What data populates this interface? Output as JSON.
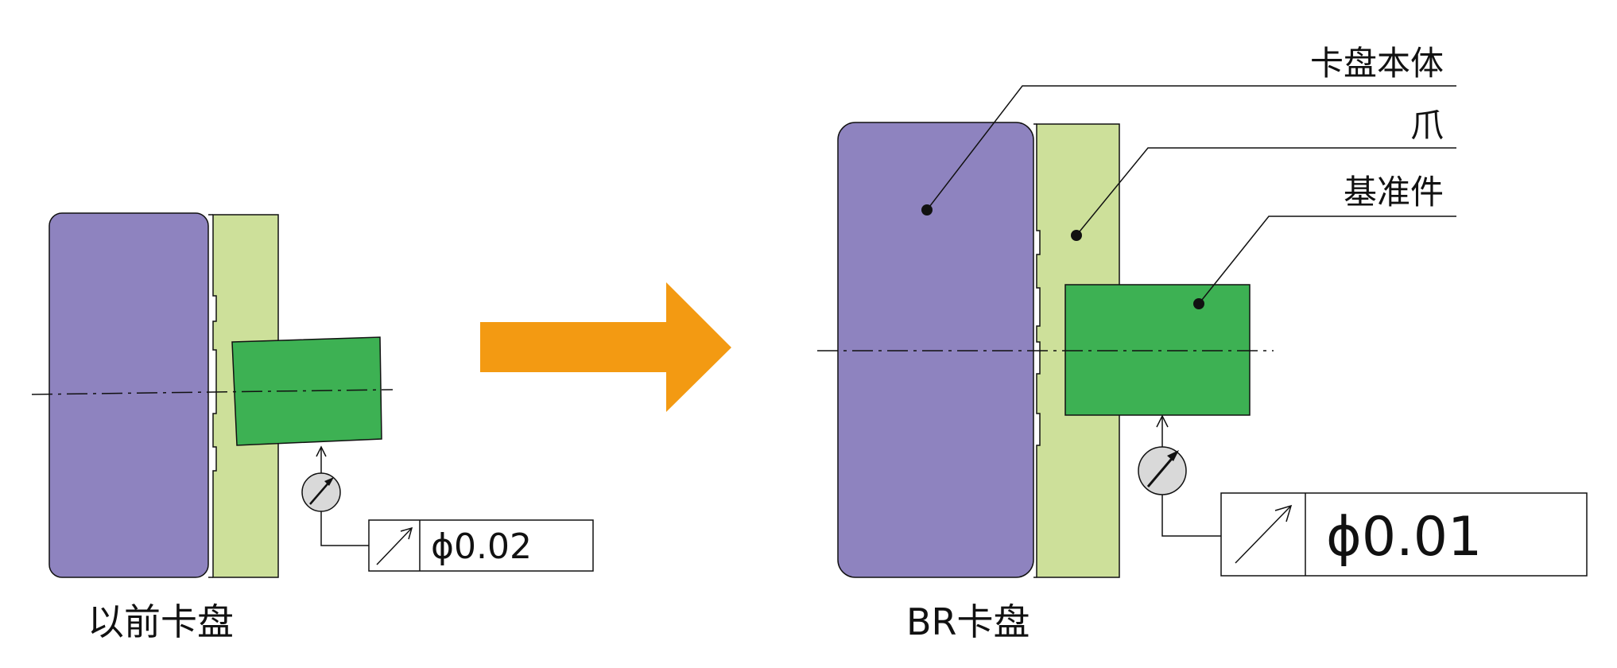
{
  "colors": {
    "chuck_body": "#8e83bf",
    "jaw": "#cde09a",
    "workpiece": "#3db153",
    "arrow": "#f39a12",
    "gauge": "#d9d9d9",
    "stroke": "#111111"
  },
  "left": {
    "caption": "以前卡盘",
    "tolerance_symbol": "↗",
    "tolerance_value": "ϕ0.02"
  },
  "right": {
    "caption": "BR卡盘",
    "tolerance_symbol": "↗",
    "tolerance_value": "ϕ0.01",
    "leaders": {
      "chuck_body": "卡盘本体",
      "jaw": "爪",
      "workpiece": "基准件"
    }
  },
  "icons": {
    "transition_arrow": "right-arrow-icon",
    "dial_gauge": "dial-gauge-icon"
  }
}
